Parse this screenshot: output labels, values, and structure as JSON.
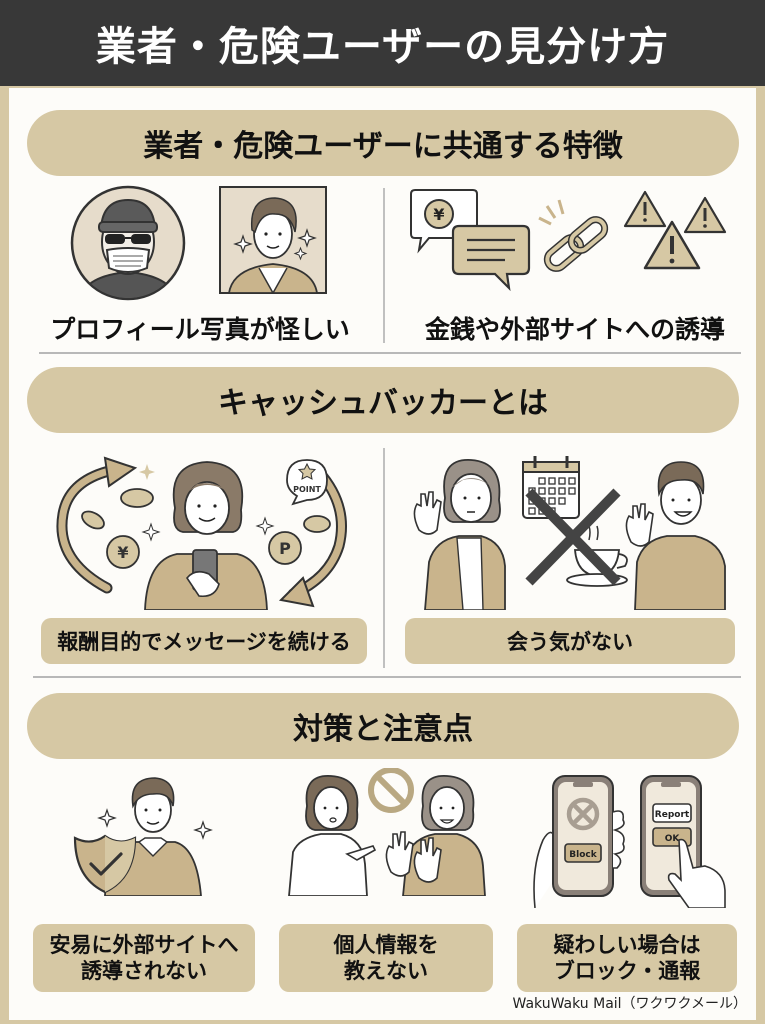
{
  "title": "業者・危険ユーザーの見分け方",
  "colors": {
    "title_bg": "#383838",
    "accent": "#d6c8a4",
    "panel_bg": "#fdfcf9",
    "ink": "#1a1a1a"
  },
  "sections": [
    {
      "heading": "業者・危険ユーザーに共通する特徴",
      "items": [
        {
          "caption": "プロフィール写真が怪しい",
          "icons": [
            "masked-person-avatar-icon",
            "handsome-man-photo-icon",
            "sparkle-icon"
          ]
        },
        {
          "caption": "金銭や外部サイトへの誘導",
          "icons": [
            "yen-speech-bubble-icon",
            "message-bubble-icon",
            "chain-link-icon",
            "warning-triangle-icon"
          ]
        }
      ]
    },
    {
      "heading": "キャッシュバッカーとは",
      "items": [
        {
          "caption": "報酬目的でメッセージを続ける",
          "icons": [
            "cycle-arrow-icon",
            "coin-icon",
            "yen-coin-icon",
            "point-coin-icon",
            "smartphone-woman-icon"
          ],
          "badge": "POINT"
        },
        {
          "caption": "会う気がない",
          "icons": [
            "calendar-icon",
            "coffee-cup-icon",
            "cross-mark-icon",
            "waving-woman-icon",
            "waving-man-icon"
          ]
        }
      ]
    },
    {
      "heading": "対策と注意点",
      "items": [
        {
          "caption_lines": [
            "安易に外部サイトへ",
            "誘導されない"
          ],
          "icons": [
            "shield-check-icon",
            "man-icon",
            "sparkle-icon"
          ]
        },
        {
          "caption_lines": [
            "個人情報を",
            "教えない"
          ],
          "icons": [
            "prohibited-icon",
            "two-women-icon"
          ]
        },
        {
          "caption_lines": [
            "疑わしい場合は",
            "ブロック・通報"
          ],
          "icons": [
            "phone-block-icon",
            "phone-report-icon"
          ],
          "phone_buttons": [
            "Block",
            "Report",
            "OK"
          ]
        }
      ]
    }
  ],
  "footer": "WakuWaku Mail（ワクワクメール）"
}
